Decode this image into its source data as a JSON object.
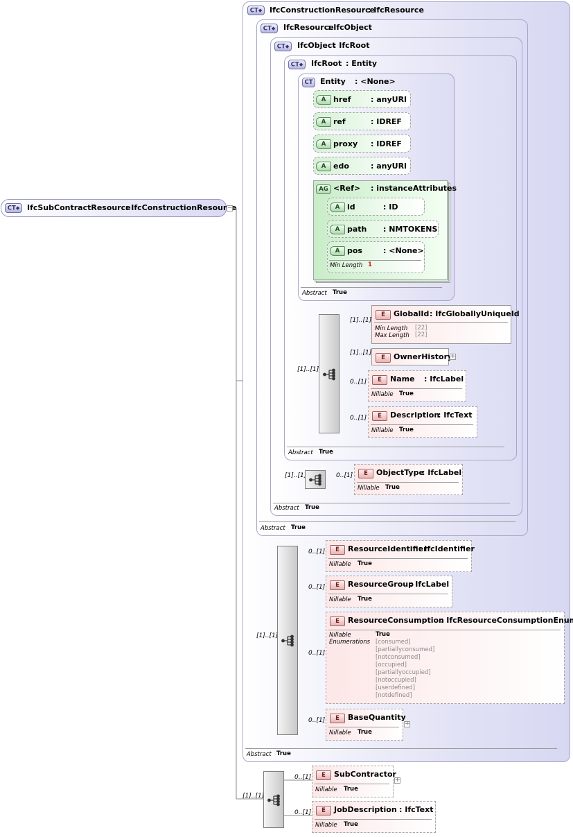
{
  "root": {
    "badge": "CT",
    "name": "IfcSubContractResource",
    "type": ": IfcConstructionResource",
    "collapse": "−"
  },
  "complex_types": {
    "construction_resource": {
      "badge": "CT",
      "name": "IfcConstructionResource",
      "type": ": IfcResource"
    },
    "resource": {
      "badge": "CT",
      "name": "IfcResource",
      "type": ": IfcObject"
    },
    "object": {
      "badge": "CT",
      "name": "IfcObject",
      "type": ": IfcRoot"
    },
    "root": {
      "badge": "CT",
      "name": "IfcRoot",
      "type": ": Entity"
    },
    "entity": {
      "badge": "CT",
      "name": "Entity",
      "type": ": <None>"
    }
  },
  "labels": {
    "abstract": "Abstract",
    "true": "True",
    "nillable": "Nillable",
    "min_length": "Min Length",
    "max_length": "Max Length",
    "enumerations": "Enumerations"
  },
  "entity_attributes": [
    {
      "badge": "A",
      "name": "href",
      "type": ": anyURI"
    },
    {
      "badge": "A",
      "name": "ref",
      "type": ": IDREF"
    },
    {
      "badge": "A",
      "name": "proxy",
      "type": ": IDREF"
    },
    {
      "badge": "A",
      "name": "edo",
      "type": ": anyURI"
    }
  ],
  "attribute_group": {
    "badge": "AG",
    "name": "<Ref>",
    "type": ": instanceAttributes",
    "attributes": [
      {
        "badge": "A",
        "name": "id",
        "type": ": ID"
      },
      {
        "badge": "A",
        "name": "path",
        "type": ": NMTOKENS"
      },
      {
        "badge": "A",
        "name": "pos",
        "type": ": <None>",
        "min_length": "1"
      }
    ]
  },
  "root_elements": [
    {
      "badge": "E",
      "name": "GlobalId",
      "type": ": IfcGloballyUniqueId",
      "card": "[1]..[1]",
      "min_length": "[22]",
      "max_length": "[22]"
    },
    {
      "badge": "E",
      "name": "OwnerHistory",
      "type": "",
      "card": "[1]..[1]",
      "expand": "+"
    },
    {
      "badge": "E",
      "name": "Name",
      "type": ": IfcLabel",
      "card": "0..[1]",
      "nillable": "True"
    },
    {
      "badge": "E",
      "name": "Description",
      "type": ": IfcText",
      "card": "0..[1]",
      "nillable": "True"
    }
  ],
  "root_sequence_card": "[1]..[1]",
  "object_sequence_card": "[1]..[1]",
  "object_element": {
    "badge": "E",
    "name": "ObjectType",
    "type": ": IfcLabel",
    "card": "0..[1]",
    "nillable": "True"
  },
  "construction_sequence_card": "[1]..[1]",
  "construction_elements": [
    {
      "badge": "E",
      "name": "ResourceIdentifier",
      "type": ": IfcIdentifier",
      "card": "0..[1]",
      "nillable": "True"
    },
    {
      "badge": "E",
      "name": "ResourceGroup",
      "type": ": IfcLabel",
      "card": "0..[1]",
      "nillable": "True"
    },
    {
      "badge": "E",
      "name": "ResourceConsumption",
      "type": ": IfcResourceConsumptionEnum",
      "card": "0..[1]",
      "nillable": "True",
      "enumerations": [
        "[consumed]",
        "[partiallyconsumed]",
        "[notconsumed]",
        "[occupied]",
        "[partiallyoccupied]",
        "[notoccupied]",
        "[userdefined]",
        "[notdefined]"
      ]
    },
    {
      "badge": "E",
      "name": "BaseQuantity",
      "type": "",
      "card": "0..[1]",
      "nillable": "True",
      "expand": "+"
    }
  ],
  "subcontract_sequence_card": "[1]..[1]",
  "subcontract_elements": [
    {
      "badge": "E",
      "name": "SubContractor",
      "type": "",
      "card": "0..[1]",
      "nillable": "True",
      "expand": "+"
    },
    {
      "badge": "E",
      "name": "JobDescription",
      "type": ": IfcText",
      "card": "0..[1]",
      "nillable": "True"
    }
  ]
}
